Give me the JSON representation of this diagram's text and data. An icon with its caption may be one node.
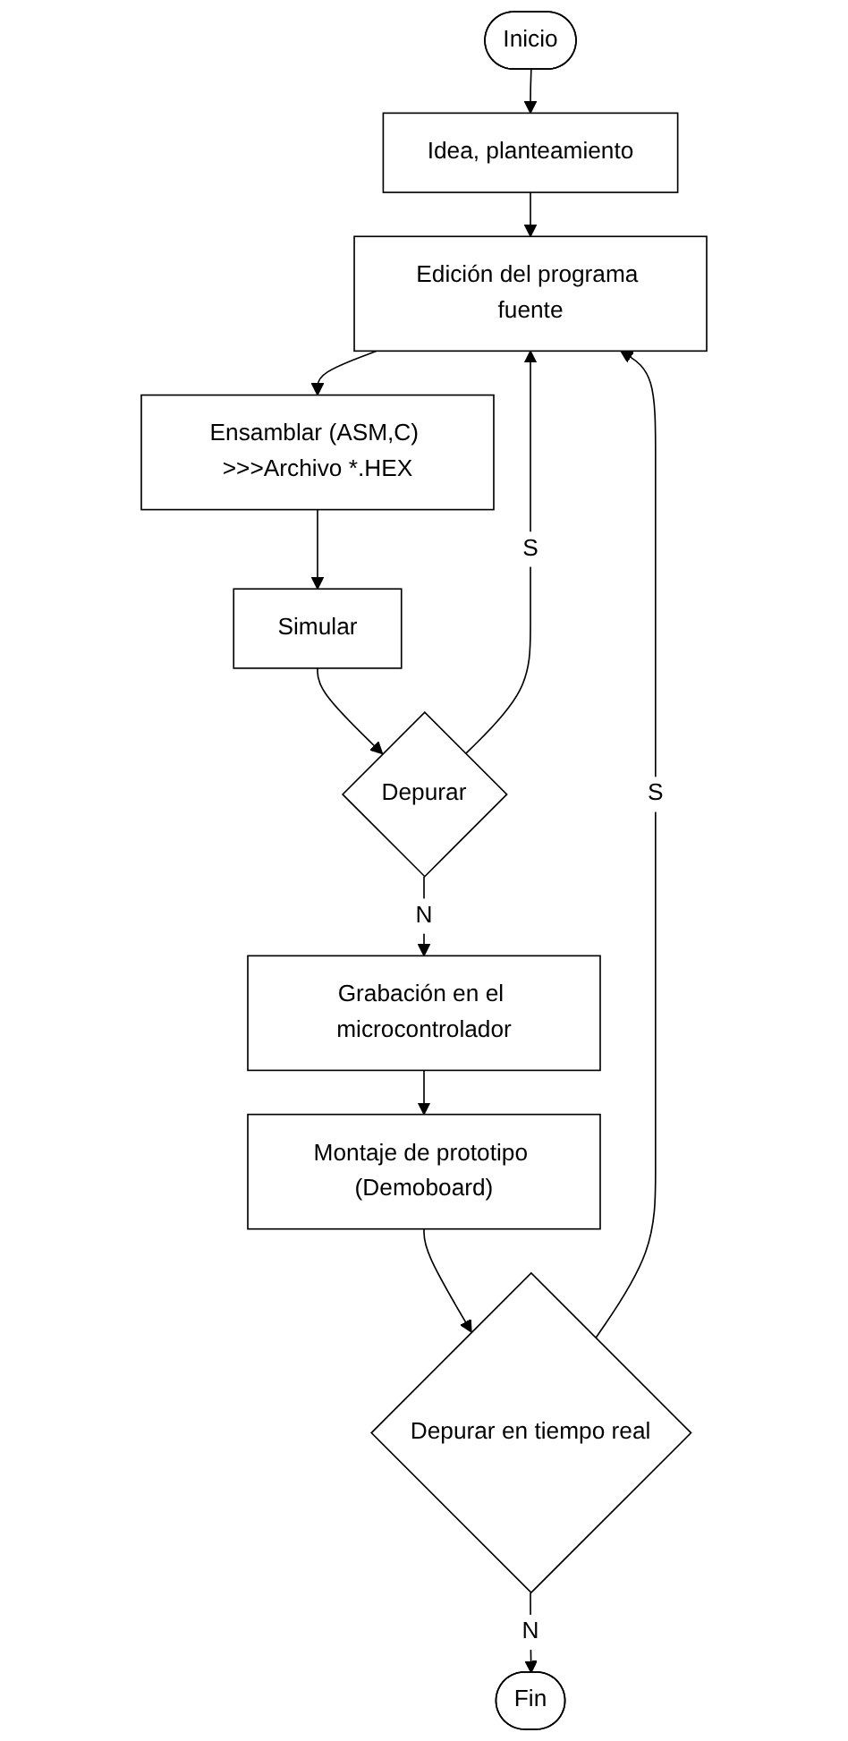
{
  "diagram": {
    "nodes": [
      {
        "text": [
          "Inicio"
        ]
      },
      {
        "text": [
          "Idea, planteamiento"
        ]
      },
      {
        "text": [
          "Edición del programa fuente"
        ]
      },
      {
        "text": [
          "Ensamblar (ASM,C) >>>Archivo *.HEX"
        ]
      },
      {
        "text": [
          "Simular"
        ]
      },
      {
        "text": [
          "Depurar"
        ]
      },
      {
        "text": [
          "Grabación en el microcontrolador"
        ]
      },
      {
        "text": [
          "Montaje de prototipo (Demoboard)"
        ]
      },
      {
        "text": [
          "Depurar en tiempo real"
        ]
      },
      {
        "text": [
          "Fin"
        ]
      }
    ],
    "edges": [
      {
        "from": 0,
        "to": 1,
        "arrow": "to"
      },
      {
        "from": 1,
        "to": 2,
        "arrow": "to"
      },
      {
        "from": 2,
        "to": 3,
        "arrow": "to"
      },
      {
        "from": 3,
        "to": 4,
        "arrow": "to"
      },
      {
        "from": 4,
        "to": 5,
        "arrow": "to"
      },
      {
        "from": 5,
        "to": 2,
        "arrow": "to",
        "label": "S"
      },
      {
        "from": 5,
        "to": 6,
        "arrow": "to",
        "label": "N"
      },
      {
        "from": 6,
        "to": 7,
        "arrow": "to"
      },
      {
        "from": 7,
        "to": 8,
        "arrow": "to"
      },
      {
        "from": 8,
        "to": 2,
        "arrow": "to",
        "label": "S"
      },
      {
        "from": 8,
        "to": 9,
        "arrow": "to",
        "label": "N"
      }
    ]
  }
}
